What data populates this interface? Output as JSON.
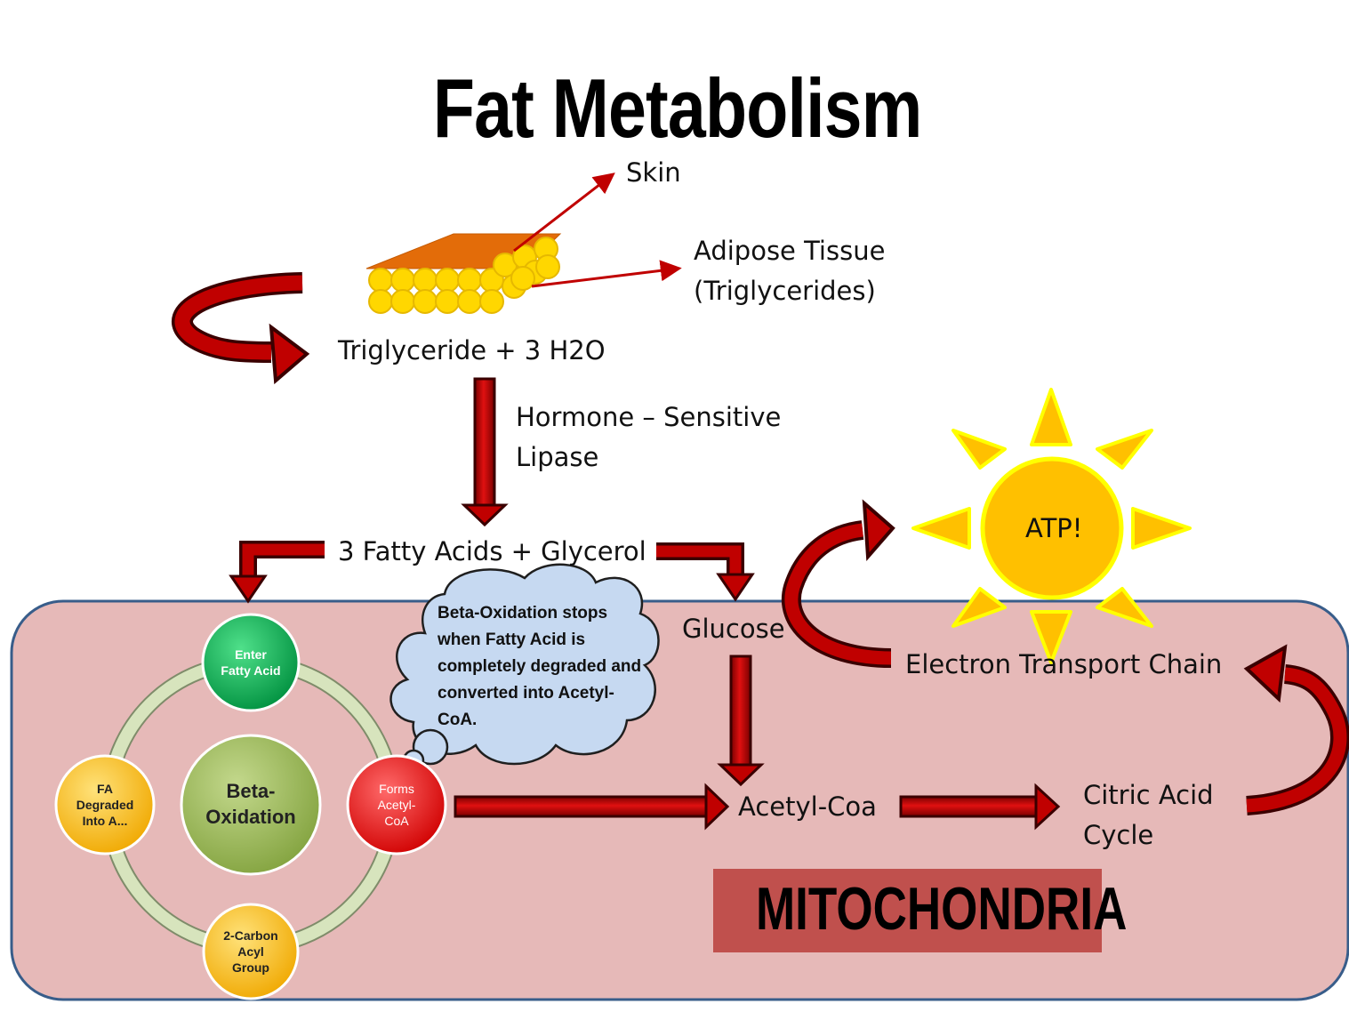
{
  "title": "Fat Metabolism",
  "labels": {
    "skin": "Skin",
    "adipose_line1": "Adipose Tissue",
    "adipose_line2": "(Triglycerides)",
    "triglyceride": "Triglyceride + 3 H2O",
    "lipase_line1": "Hormone – Sensitive",
    "lipase_line2": "Lipase",
    "fatty_acids": "3 Fatty Acids + Glycerol",
    "glucose": "Glucose",
    "etc": "Electron Transport Chain",
    "atp": "ATP!",
    "acetyl_coa": "Acetyl-Coa",
    "citric_line1": "Citric Acid",
    "citric_line2": "Cycle",
    "mitochondria": "MITOCHONDRIA"
  },
  "cloud": {
    "text": "Beta-Oxidation stops when Fatty Acid is completely degraded and converted into Acetyl-CoA."
  },
  "cycle": {
    "center": {
      "line1": "Beta-",
      "line2": "Oxidation"
    },
    "nodes": {
      "enter": {
        "line1": "Enter",
        "line2": "Fatty Acid"
      },
      "forms": {
        "line1": "Forms",
        "line2": "Acetyl-",
        "line3": "CoA"
      },
      "carbon": {
        "line1": "2-Carbon",
        "line2": "Acyl",
        "line3": "Group"
      },
      "degraded": {
        "line1": "FA",
        "line2": "Degraded",
        "line3": "Into A..."
      }
    }
  },
  "colors": {
    "arrow_fill": "#c00000",
    "arrow_dark": "#7a0000",
    "mito_fill": "#e6b9b8",
    "mito_border": "#385d8a",
    "mito_label_bg": "#c0504d",
    "sun": "#ffc000",
    "sun_edge": "#ffff00",
    "fat_top": "#e36c09",
    "fat_cells": "#ffd700",
    "node_green": "#00b050",
    "node_red": "#ff0000",
    "node_yellow": "#ffc000",
    "center_green": "#9bbb59",
    "ring": "#d7e4bd",
    "cloud": "#c6d9f1"
  }
}
